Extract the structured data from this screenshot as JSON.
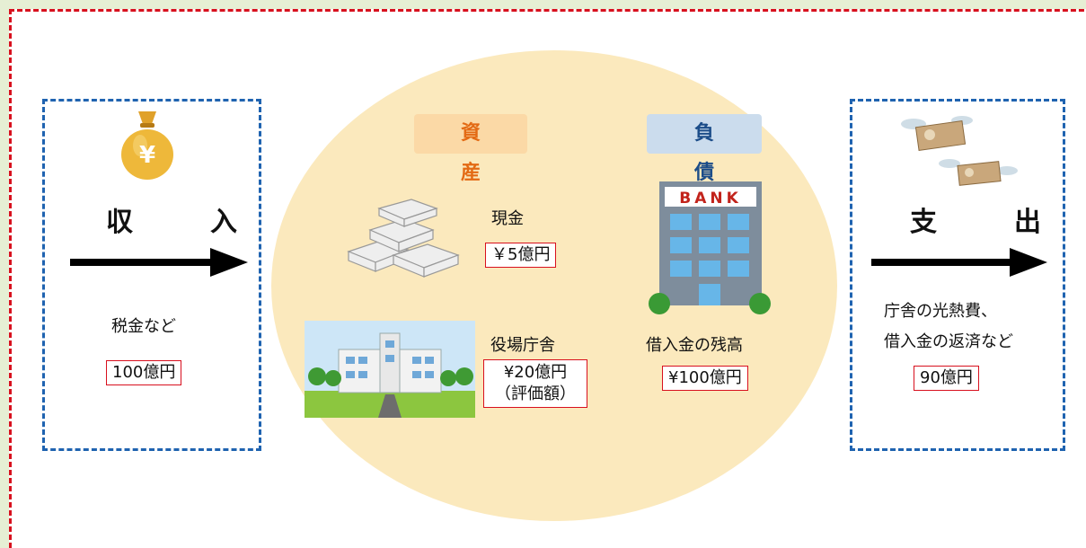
{
  "income": {
    "title": "収　入",
    "note": "税金など",
    "amount": "100億円",
    "bag_symbol": "¥"
  },
  "expense": {
    "title": "支　出",
    "note_line1": "庁舎の光熱費、",
    "note_line2": "借入金の返済など",
    "amount": "90億円"
  },
  "assets": {
    "heading": "資　産",
    "cash_label": "現金",
    "cash_amount": "￥5億円",
    "building_label": "役場庁舎",
    "building_amount_line1": "¥20億円",
    "building_amount_line2": "（評価額）"
  },
  "liabilities": {
    "heading": "負　債",
    "bank_sign": "BANK",
    "loan_label": "借入金の残高",
    "loan_amount": "¥100億円"
  },
  "colors": {
    "frame": "#d8101e",
    "box": "#1f63b0",
    "ellipse": "#fbe9bd",
    "asset_heading": "#e36a14",
    "liability_heading": "#1c4d89"
  },
  "icons": [
    "money-bag-icon",
    "flying-money-icon",
    "cash-stack-icon",
    "town-hall-icon",
    "bank-building-icon"
  ]
}
